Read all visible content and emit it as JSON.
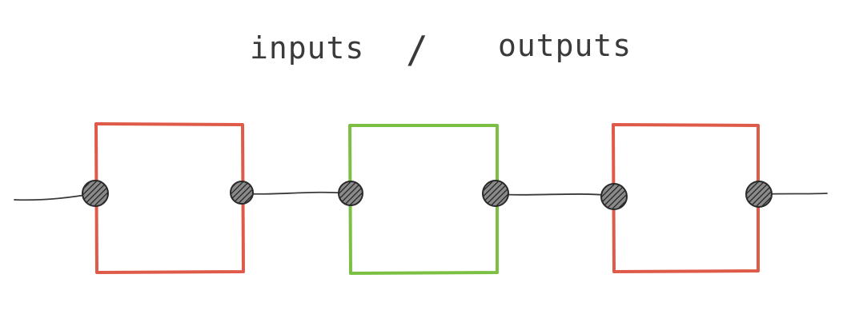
{
  "labels": {
    "inputs": "inputs",
    "separator": "/",
    "outputs": "outputs"
  },
  "colors": {
    "background": "#ffffff",
    "wire": "#3a3a3a",
    "port_fill": "#6e6e6e",
    "port_stroke": "#2a2a2a",
    "text": "#3a3a3a"
  },
  "boxes": [
    {
      "id": "box-1",
      "color": "#e05a4a"
    },
    {
      "id": "box-2",
      "color": "#7cc043"
    },
    {
      "id": "box-3",
      "color": "#e05a4a"
    }
  ]
}
